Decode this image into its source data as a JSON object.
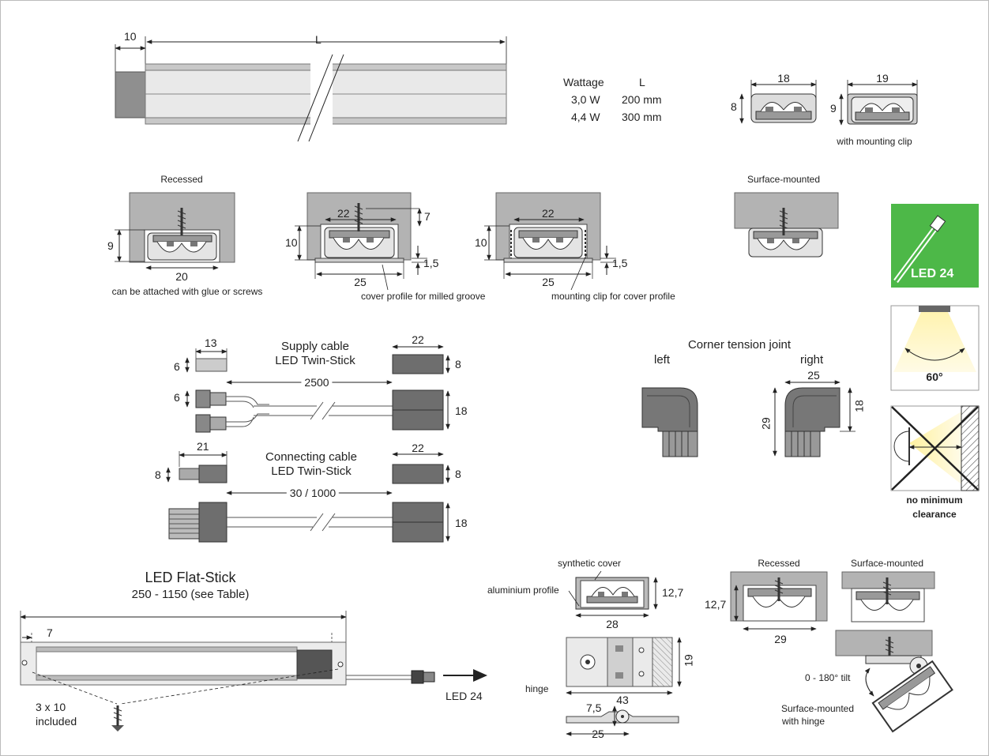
{
  "top": {
    "dim_10": "10",
    "dim_L": "L",
    "table": {
      "headers": [
        "Wattage",
        "L"
      ],
      "rows": [
        [
          "3,0 W",
          "200 mm"
        ],
        [
          "4,4 W",
          "300 mm"
        ]
      ]
    },
    "profile_small": {
      "width": "18",
      "height": "8"
    },
    "profile_clip": {
      "width": "19",
      "height": "9",
      "caption": "with mounting clip"
    }
  },
  "mounting": {
    "recessed": {
      "title": "Recessed",
      "height": "9",
      "width": "20",
      "caption": "can be attached with glue or screws"
    },
    "milled": {
      "width_top": "22",
      "dim_7": "7",
      "height": "10",
      "dim_15": "1,5",
      "width": "25",
      "caption": "cover profile for milled groove"
    },
    "clip": {
      "width_top": "22",
      "height": "10",
      "dim_15": "1,5",
      "width": "25",
      "caption": "mounting clip for cover profile"
    },
    "surface": {
      "title": "Surface-mounted"
    }
  },
  "cables": {
    "supply": {
      "title1": "Supply cable",
      "title2": "LED Twin-Stick",
      "plug_w": "13",
      "plug_h": "6",
      "plug2_h": "6",
      "length": "2500",
      "block_w": "22",
      "block_h": "8",
      "block2_h": "18"
    },
    "connecting": {
      "title1": "Connecting cable",
      "title2": "LED Twin-Stick",
      "plug_w": "21",
      "plug_h": "8",
      "length": "30 / 1000",
      "block_w": "22",
      "block_h": "8",
      "block2_h": "18"
    }
  },
  "corner": {
    "title": "Corner tension joint",
    "left": "left",
    "right": "right",
    "width": "25",
    "height": "29",
    "depth": "18"
  },
  "badges": {
    "led": "LED 24",
    "angle": "60°",
    "clearance1": "no minimum",
    "clearance2": "clearance"
  },
  "flat": {
    "title": "LED Flat-Stick",
    "subtitle": "250 - 1150 (see Table)",
    "dim_7": "7",
    "screw1": "3 x 10",
    "screw2": "included",
    "led": "LED 24"
  },
  "profile28": {
    "cover": "synthetic cover",
    "alu": "aluminium profile",
    "height": "12,7",
    "width": "28"
  },
  "hinge": {
    "label": "hinge",
    "height": "19",
    "width": "43",
    "dim_75": "7,5",
    "dim_25": "25"
  },
  "bottom_right": {
    "recessed": "Recessed",
    "surface": "Surface-mounted",
    "height": "12,7",
    "width": "29",
    "tilt": "0 - 180° tilt",
    "hinge1": "Surface-mounted",
    "hinge2": "with hinge"
  },
  "colors": {
    "led_green": "#4db848",
    "profile_grey": "#9a9a9a",
    "light_grey": "#d6d6d6",
    "dark": "#3d3d3d"
  }
}
